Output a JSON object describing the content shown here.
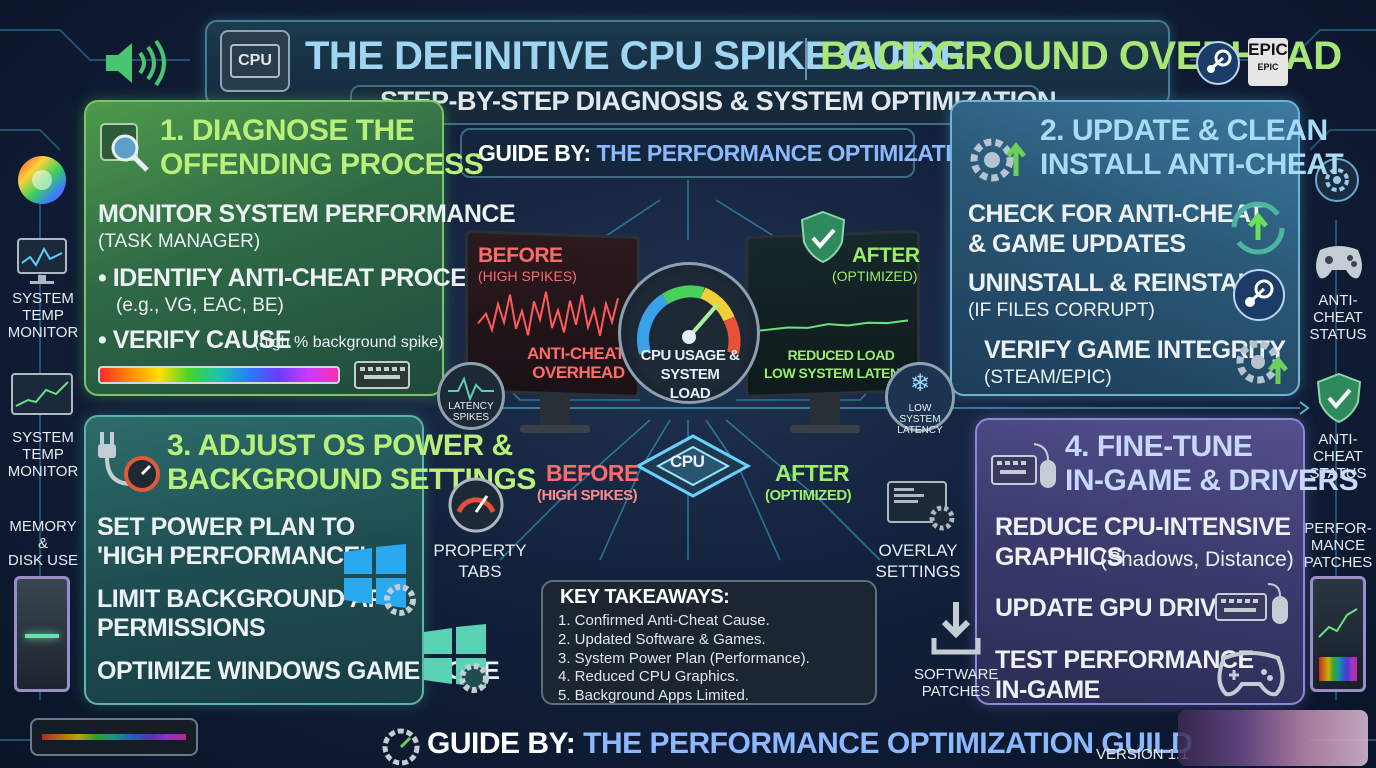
{
  "header": {
    "cpu_chip_label": "CPU",
    "title_left": "THE DEFINITIVE CPU SPIKE GUIDE",
    "title_right": "BACKGROUND OVERHEAD",
    "subtitle": "STEP-BY-STEP DIAGNOSIS & SYSTEM OPTIMIZATION.",
    "guide_label": "GUIDE BY:",
    "guide_value": "THE PERFORMANCE OPTIMIZATION GUILD.",
    "epic_logo_line1": "EPIC",
    "epic_logo_line2": "EPIC"
  },
  "left_sidebar": {
    "monitor_1": "SYSTEM\nTEMP\nMONITOR",
    "monitor_2": "SYSTEM\nTEMP\nMONITOR",
    "memory": "MEMORY\n&\nDISK USE"
  },
  "right_sidebar": {
    "status_1": "ANTI-\nCHEAT\nSTATUS",
    "status_2": "ANTI-\nCHEAT\nSTATUS",
    "patches": "PERFOR-\nMANCE\nPATCHES"
  },
  "panel_1": {
    "title_line1": "1. DIAGNOSE THE",
    "title_line2": "OFFENDING PROCESS",
    "item_1_main": "MONITOR SYSTEM PERFORMANCE",
    "item_1_sub": "(TASK MANAGER)",
    "item_2_main": "• IDENTIFY ANTI-CHEAT PROCESS",
    "item_2_sub": "(e.g., VG, EAC, BE)",
    "item_3_main": "• VERIFY CAUSE",
    "item_3_sub": "(high % background spike)"
  },
  "panel_2": {
    "title_line1": "2. UPDATE & CLEAN",
    "title_line2": "INSTALL ANTI-CHEAT",
    "item_1_line1": "CHECK FOR ANTI-CHEAT",
    "item_1_line2": "& GAME UPDATES",
    "item_2_main": "UNINSTALL & REINSTALL",
    "item_2_sub": "(IF FILES CORRUPT)",
    "item_3_main": "VERIFY GAME INTEGRITY",
    "item_3_sub": "(STEAM/EPIC)"
  },
  "panel_3": {
    "title_line1": "3. ADJUST OS POWER &",
    "title_line2": "BACKGROUND SETTINGS",
    "item_1_line1": "SET POWER PLAN TO",
    "item_1_line2": "'HIGH PERFORMANCE'",
    "item_2_line1": "LIMIT BACKGROUND APP",
    "item_2_line2": "PERMISSIONS",
    "item_3": "OPTIMIZE WINDOWS GAME MODE"
  },
  "panel_4": {
    "title_line1": "4. FINE-TUNE",
    "title_line2": "IN-GAME & DRIVERS",
    "item_1_line1": "REDUCE CPU-INTENSIVE",
    "item_1_line2_main": "GRAPHICS",
    "item_1_line2_sub": "(Shadows, Distance)",
    "item_2": "UPDATE GPU DRIVERS",
    "item_3_line1": "TEST PERFORMANCE",
    "item_3_line2": "IN-GAME",
    "software_patches": "SOFTWARE\nPATCHES"
  },
  "center": {
    "before_label": "BEFORE",
    "before_sub": "(HIGH SPIKES)",
    "after_label": "AFTER",
    "after_sub": "(OPTIMIZED)",
    "overhead_line1": "ANTI-CHEAT",
    "overhead_line2": "OVERHEAD",
    "reduced_line1": "REDUCED LOAD",
    "reduced_line2": "LOW SYSTEM LATENCY",
    "gauge_line1": "CPU USAGE &",
    "gauge_line2": "SYSTEM LOAD",
    "latency_spikes": "LATENCY\nSPIKES",
    "low_latency": "LOW SYSTEM\nLATENCY",
    "chip_label": "CPU",
    "before_label_2": "BEFORE",
    "before_sub_2": "(HIGH SPIKES)",
    "after_label_2": "AFTER",
    "after_sub_2": "(OPTIMIZED)",
    "property_tabs": "PROPERTY\nTABS",
    "overlay_settings": "OVERLAY\nSETTINGS"
  },
  "takeaways": {
    "title": "KEY TAKEAWAYS:",
    "items": [
      "1. Confirmed Anti-Cheat Cause.",
      "2. Updated Software & Games.",
      "3. System Power Plan (Performance).",
      "4. Reduced CPU Graphics.",
      "5. Background Apps Limited."
    ]
  },
  "footer": {
    "guide_label": "GUIDE BY:",
    "guide_value": "THE PERFORMANCE OPTIMIZATION GUILD",
    "version": "VERSION 1.1"
  },
  "colors": {
    "panel_1_title": "#b8f07a",
    "panel_2_title": "#a6dcf6",
    "panel_3_title": "#b8f07a",
    "panel_4_title": "#c8d8ff",
    "before": "#ff6a6a",
    "after": "#9aee6a"
  }
}
